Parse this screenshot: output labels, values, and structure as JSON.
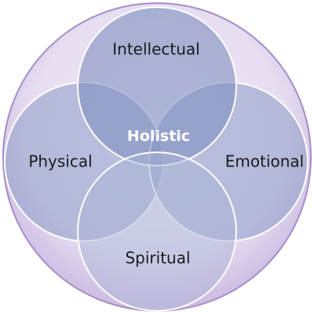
{
  "diagram": {
    "center_label": "Holistic",
    "circles": [
      {
        "label": "Intellectual"
      },
      {
        "label": "Physical"
      },
      {
        "label": "Emotional"
      },
      {
        "label": "Spiritual"
      }
    ]
  },
  "colors": {
    "outer_fill": "#ebe4f3",
    "outer_fill_edge": "#c9b8e0",
    "outer_stroke": "#a58cc9",
    "petal_fill": "#7f8fc0",
    "petal_stroke": "#ffffff",
    "center_text": "#ffffff",
    "label_text": "#1a1a1a"
  }
}
